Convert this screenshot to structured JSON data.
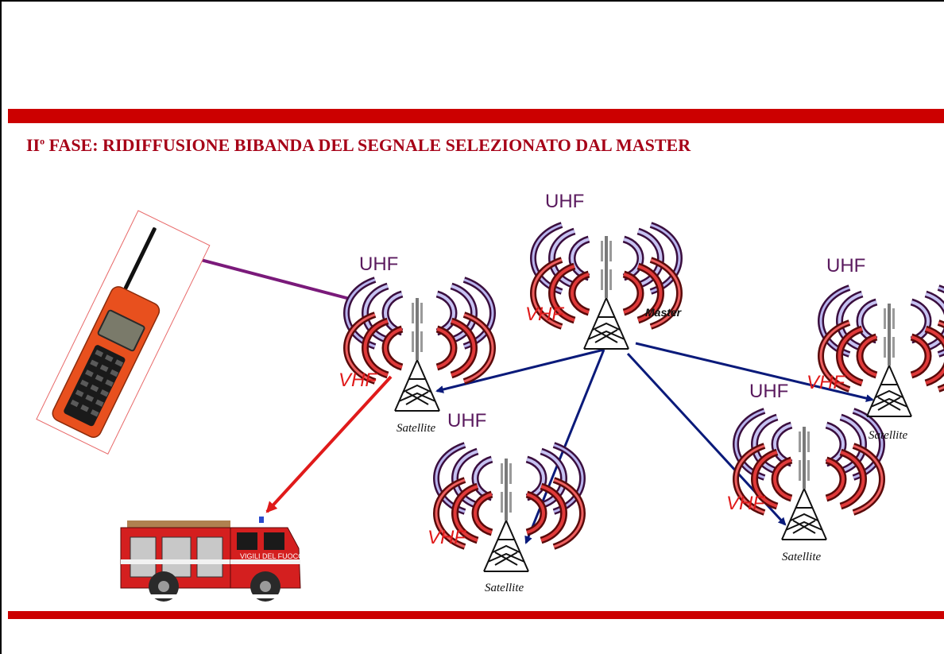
{
  "slide": {
    "title_prefix": "II",
    "title_superscript": "o",
    "title_text": " FASE:  RIDIFFUSIONE BIBANDA DEL SEGNALE SELEZIONATO DAL MASTER"
  },
  "towers": [
    {
      "id": "master",
      "uhf": "UHF",
      "vhf": "VHF",
      "label": "Master"
    },
    {
      "id": "left",
      "uhf": "UHF",
      "vhf": "VHF",
      "label": "Satellite"
    },
    {
      "id": "bottom",
      "uhf": "UHF",
      "vhf": "VHF",
      "label": "Satellite"
    },
    {
      "id": "right-bottom",
      "uhf": "UHF",
      "vhf": "VHF",
      "label": "Satellite"
    },
    {
      "id": "far-right",
      "uhf": "UHF",
      "vhf": "VHF",
      "label": "Satellite"
    }
  ],
  "truck": {
    "door_text": "VIGILI DEL FUOCO"
  },
  "colors": {
    "accent_bar": "#cc0000",
    "title": "#a60017",
    "uhf": "#5a1a5e",
    "vhf": "#e01a1a",
    "link_master": "#0a1a7a",
    "link_to_radio": "#7a1a7a",
    "link_to_truck": "#e01a1a"
  }
}
